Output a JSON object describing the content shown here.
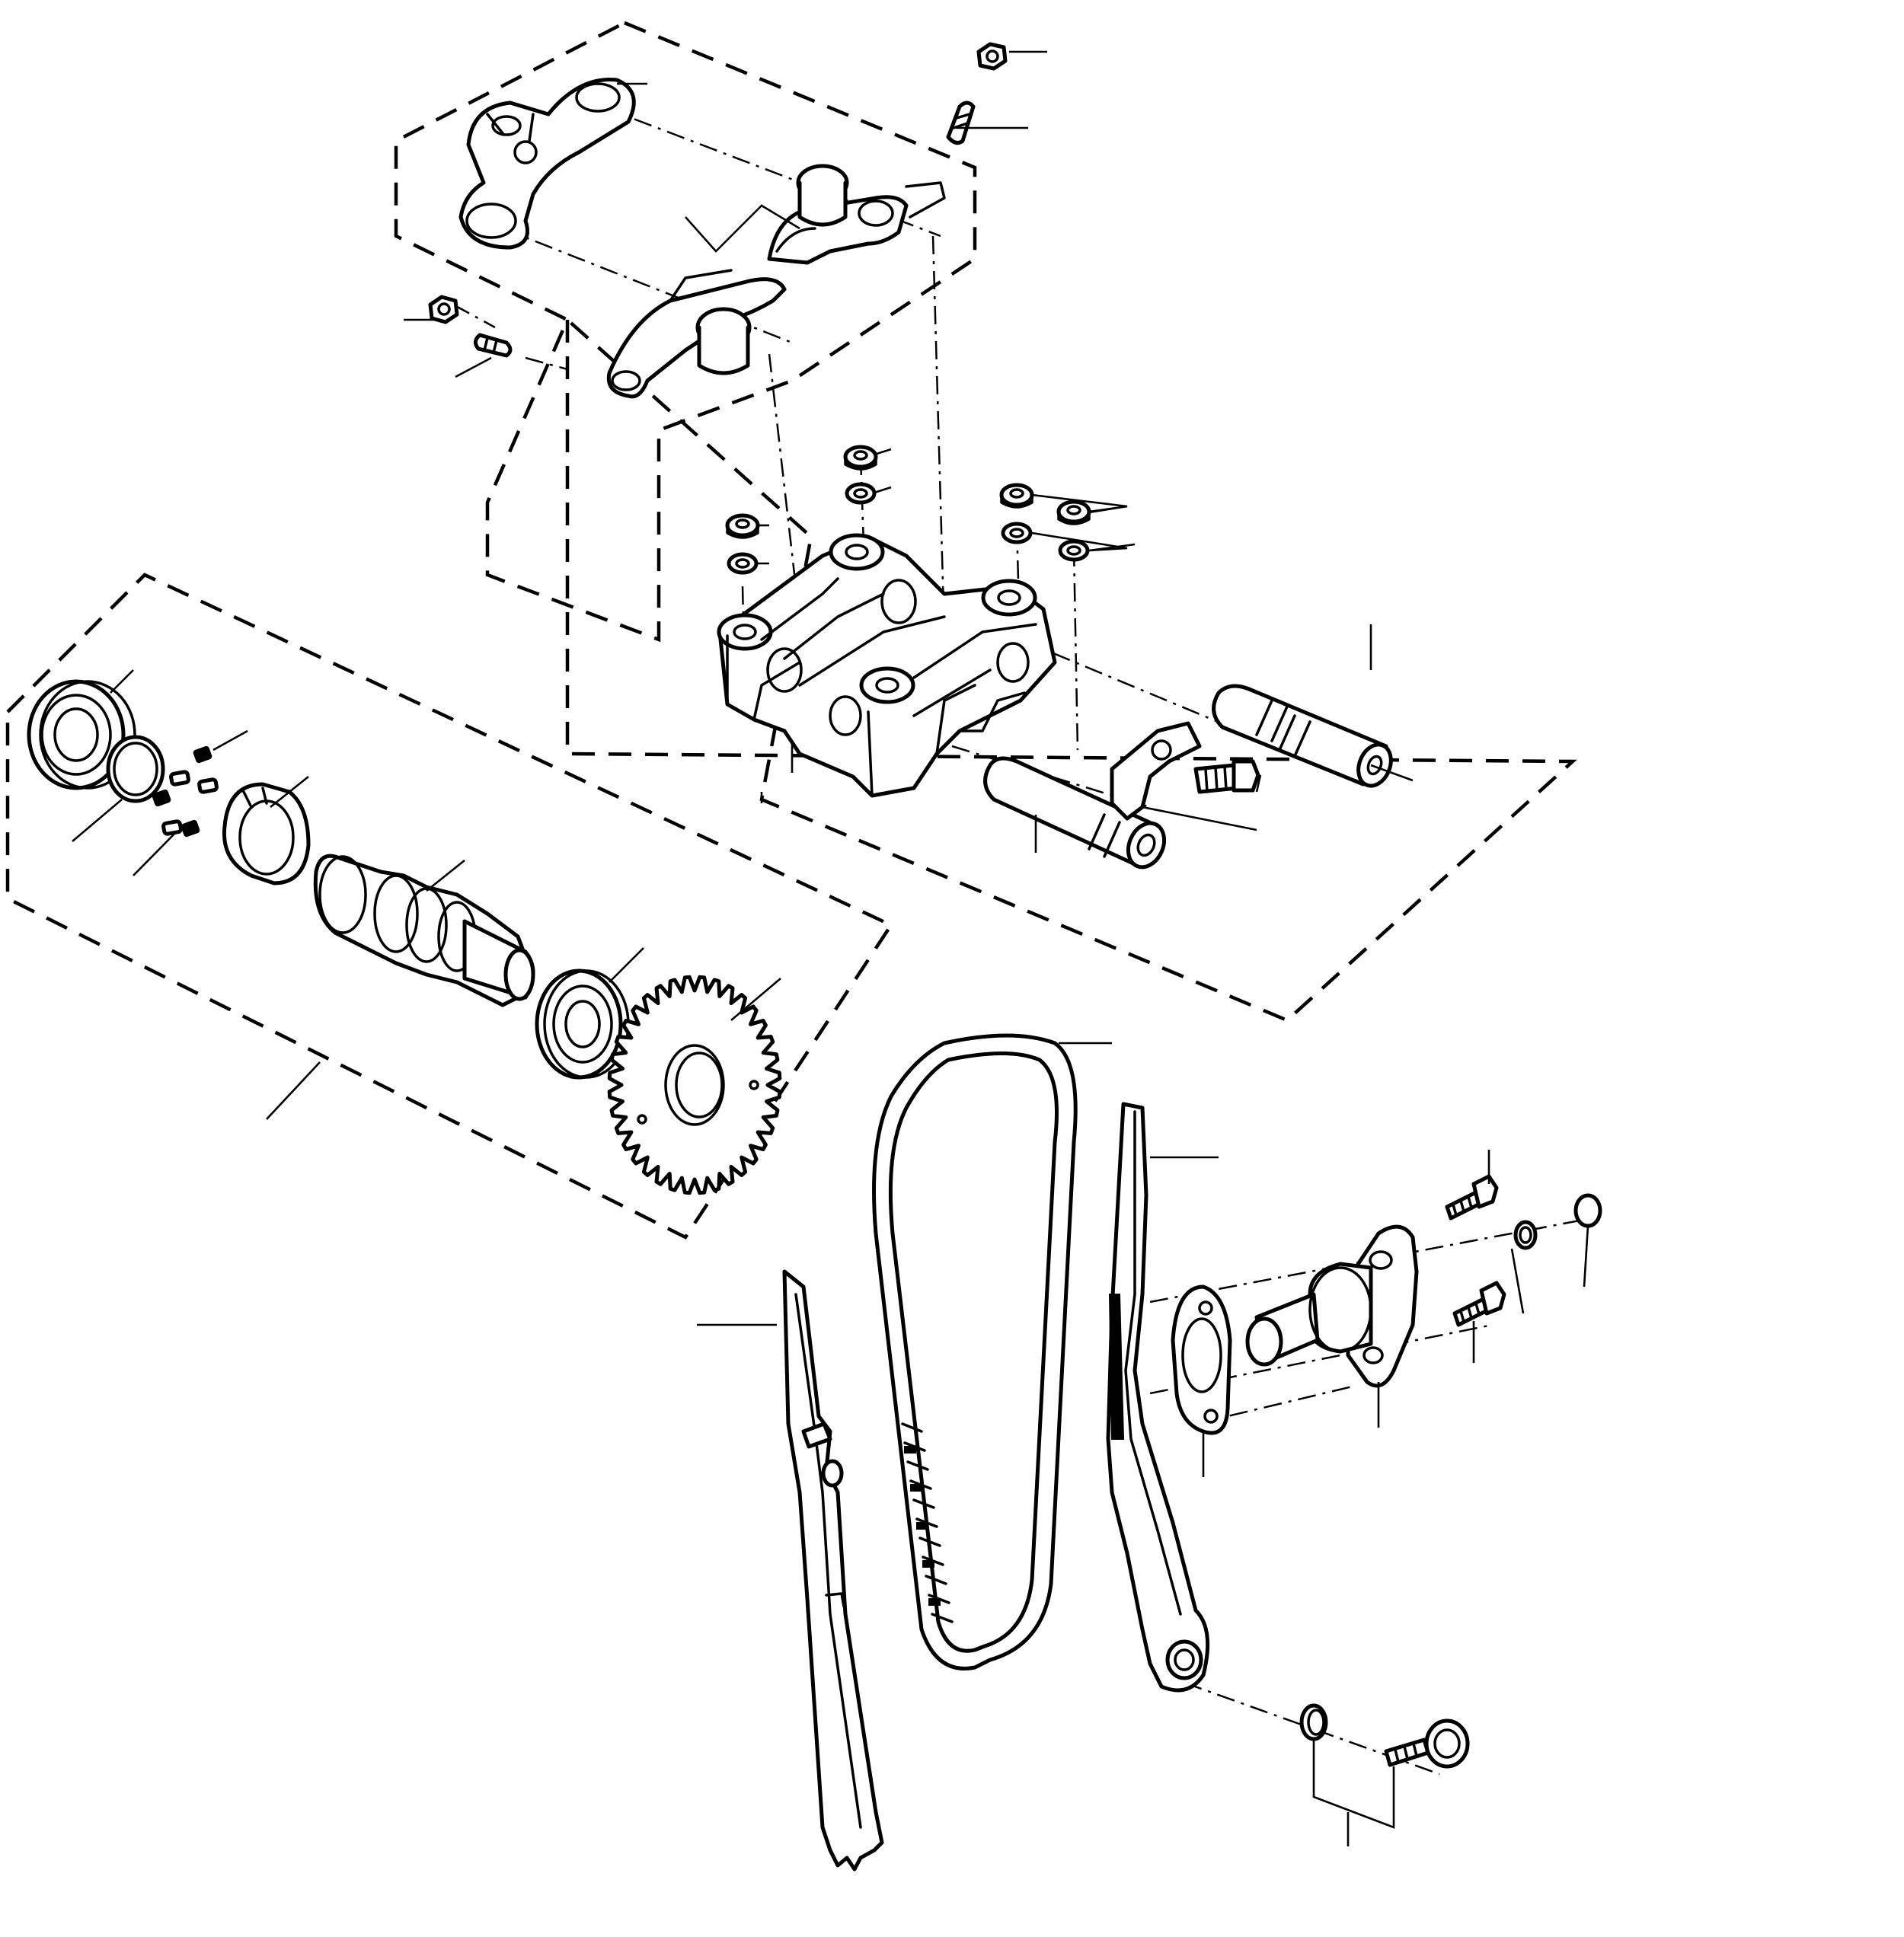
{
  "diagram": {
    "line_color": "#000000",
    "background_color": "#ffffff"
  },
  "groups": [
    {
      "id": "rocker-arm-group",
      "border": "dashed"
    },
    {
      "id": "rocker-shaft-holder-group",
      "border": "dashed"
    },
    {
      "id": "camshaft-group",
      "border": "dashed"
    }
  ],
  "parts": [
    "rocker-arm-exhaust",
    "rocker-arm-intake",
    "rocker-arm-upper",
    "valve-adjusting-nut",
    "valve-adjusting-screw",
    "rocker-shaft-holder",
    "holder-washers",
    "holder-nuts",
    "rocker-arm-shaft-long",
    "rocker-arm-shaft-short",
    "shaft-stopper-plate",
    "stopper-bolt",
    "camshaft-bearing-left",
    "circlip",
    "decompressor-cam",
    "decompressor-pins",
    "camshaft",
    "camshaft-bearing-right",
    "cam-sprocket",
    "cam-chain",
    "chain-guide-front",
    "chain-tensioner-guide",
    "tensioner-gasket",
    "tensioner-lifter",
    "tensioner-bolts",
    "sealing-washer",
    "o-ring",
    "guide-pivot-bolt",
    "guide-collar"
  ]
}
